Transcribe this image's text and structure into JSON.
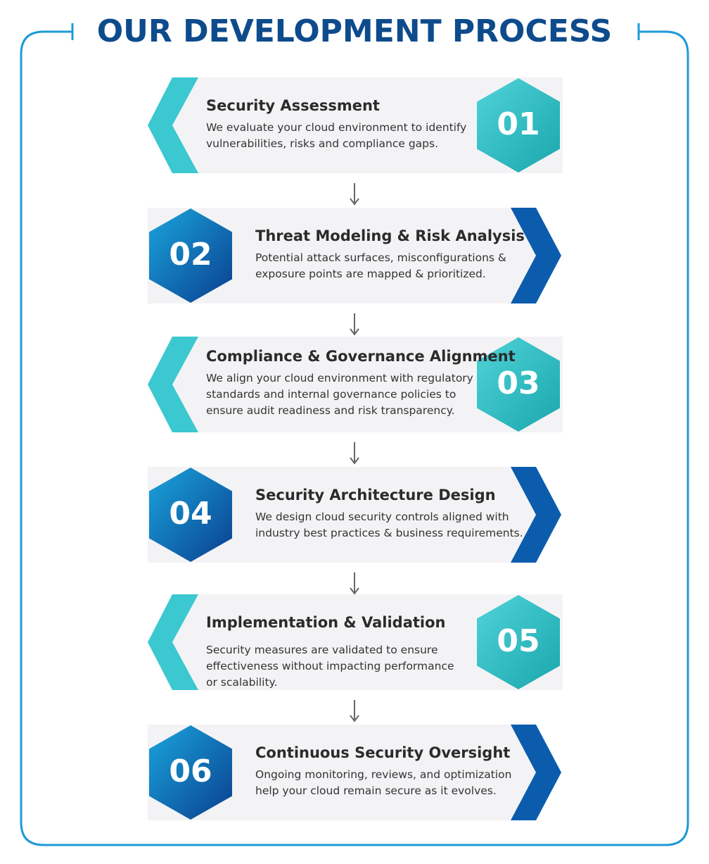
{
  "title": "OUR DEVELOPMENT PROCESS",
  "colors": {
    "title": "#0d4b8c",
    "frame": "#1d9ad6",
    "teal": "#3cc8d0",
    "blue": "#0b5cad",
    "card_bg": "#f3f3f5",
    "connector": "#666666"
  },
  "steps": [
    {
      "number": "01",
      "title": "Security Assessment",
      "description": "We evaluate your cloud environment to identify\nvulnerabilities, risks and compliance gaps."
    },
    {
      "number": "02",
      "title": "Threat Modeling & Risk Analysis",
      "description": "Potential attack surfaces, misconfigurations &\nexposure points are mapped & prioritized."
    },
    {
      "number": "03",
      "title": "Compliance & Governance Alignment",
      "description": "We align your cloud environment with regulatory\nstandards and internal governance policies to\nensure audit readiness and risk transparency."
    },
    {
      "number": "04",
      "title": "Security Architecture Design",
      "description": "We design cloud security controls aligned with\nindustry best practices & business requirements."
    },
    {
      "number": "05",
      "title": "Implementation & Validation",
      "description": "Security measures are validated to ensure\neffectiveness without impacting performance\nor scalability."
    },
    {
      "number": "06",
      "title": "Continuous Security Oversight",
      "description": "Ongoing monitoring, reviews, and optimization\nhelp your cloud remain secure as it evolves."
    }
  ]
}
